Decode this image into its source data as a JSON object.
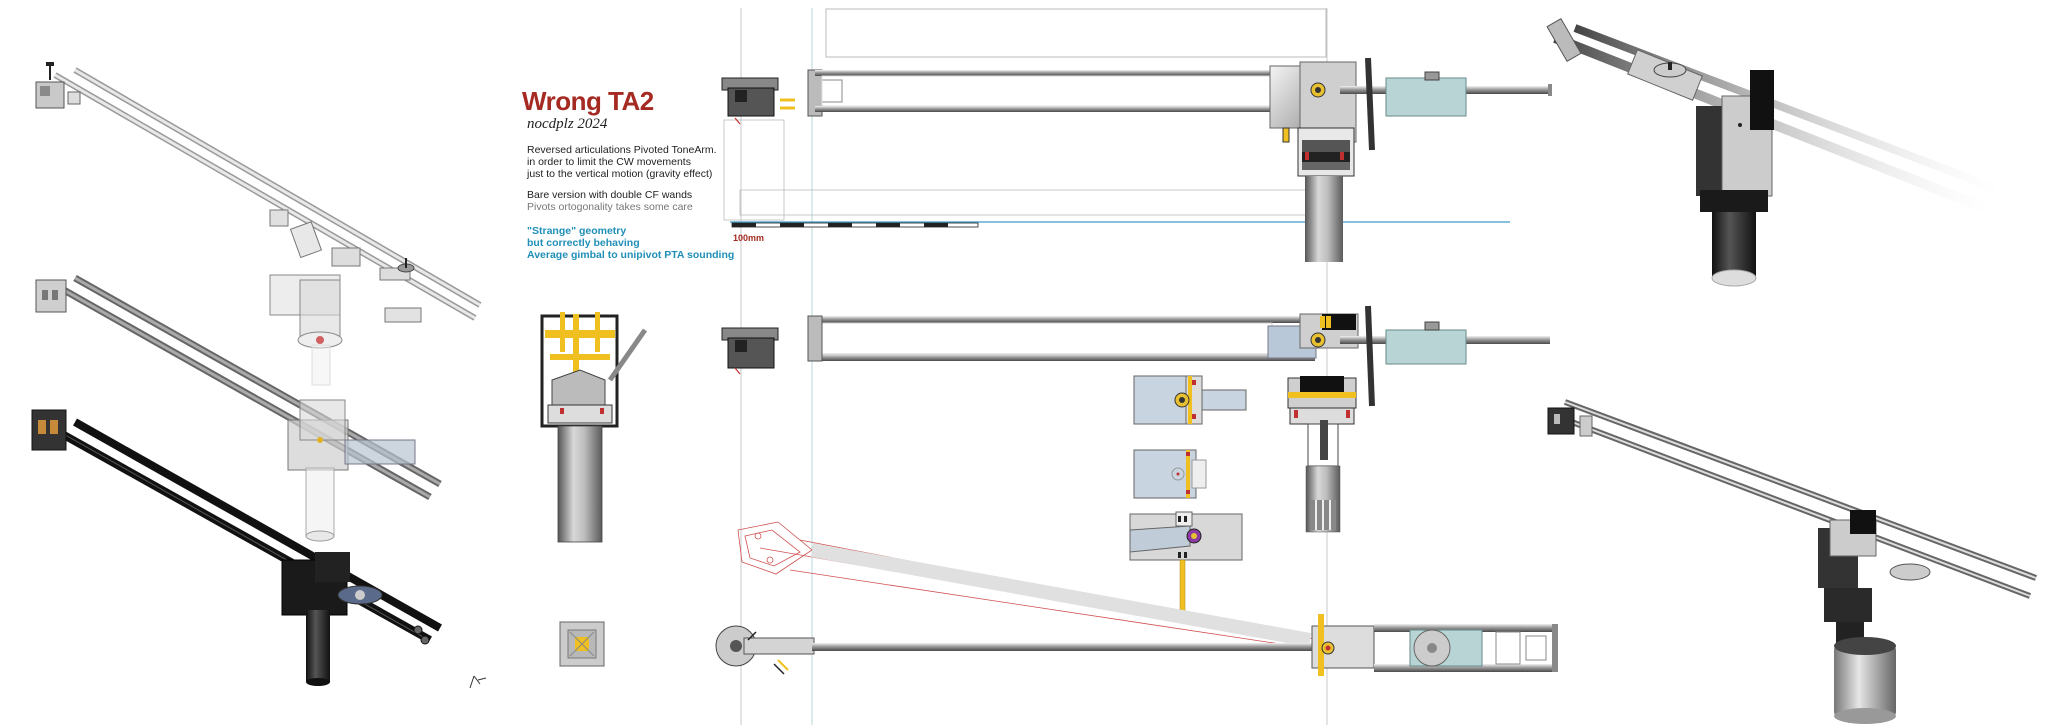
{
  "header": {
    "title": "Wrong TA2",
    "subtitle": "nocdplz 2024"
  },
  "notes": {
    "line1": "Reversed articulations Pivoted ToneArm.",
    "line2": "in order to limit the CW movements",
    "line3": "just to the vertical motion (gravity effect)",
    "line4": "Bare version with double CF wands",
    "line5": "Pivots ortogonality takes some care"
  },
  "highlights": {
    "line1": "\"Strange\" geometry",
    "line2": "but correctly behaving",
    "line3": "Average gimbal to unipivot PTA sounding"
  },
  "scale": {
    "label": "100mm"
  },
  "colors": {
    "title": "#a52a22",
    "accent_blue": "#1f8fb8",
    "pivot_yellow": "#f0c020",
    "guide_red": "#d05050"
  },
  "icons": {
    "cursor": "cursor-icon"
  }
}
